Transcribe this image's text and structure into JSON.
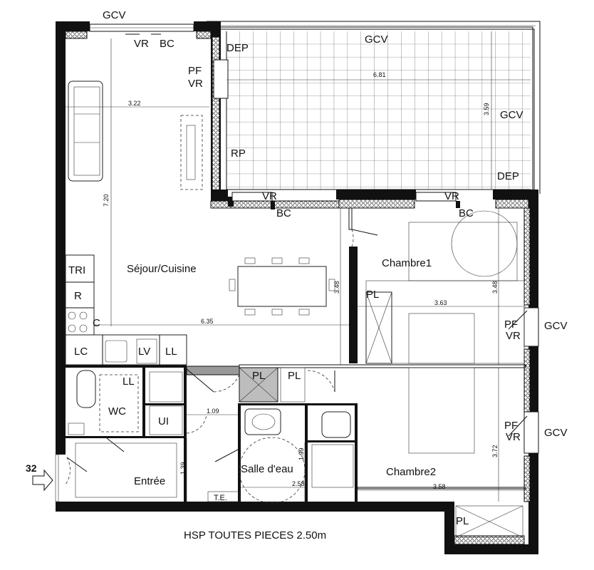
{
  "rooms": {
    "sejour": "Séjour/Cuisine",
    "chambre1": "Chambre1",
    "chambre2": "Chambre2",
    "wc": "WC",
    "entree": "Entrée",
    "salle_eau": "Salle d'eau"
  },
  "codes": {
    "gcv": "GCV",
    "vr": "VR",
    "bc": "BC",
    "dep": "DEP",
    "pf": "PF",
    "rp": "RP",
    "tri": "TRI",
    "r": "R",
    "c": "C",
    "lc": "LC",
    "lv": "LV",
    "ll": "LL",
    "ui": "UI",
    "pl": "PL",
    "te": "T.E."
  },
  "dimensions": {
    "d_322": "3.22",
    "d_681": "6.81",
    "d_359": "3.59",
    "d_720": "7.20",
    "d_348a": "3.48",
    "d_348b": "3.48",
    "d_363": "3.63",
    "d_635": "6.35",
    "d_109": "1.09",
    "d_139": "1.39",
    "d_199": "1.99",
    "d_258": "2.58",
    "d_358": "3.58",
    "d_372": "3.72"
  },
  "unit_number": "32",
  "footer": "HSP TOUTES PIECES 2.50m",
  "colors": {
    "ink": "#111111",
    "paving": "#dddddd",
    "shaft": "#bdbdbd"
  }
}
